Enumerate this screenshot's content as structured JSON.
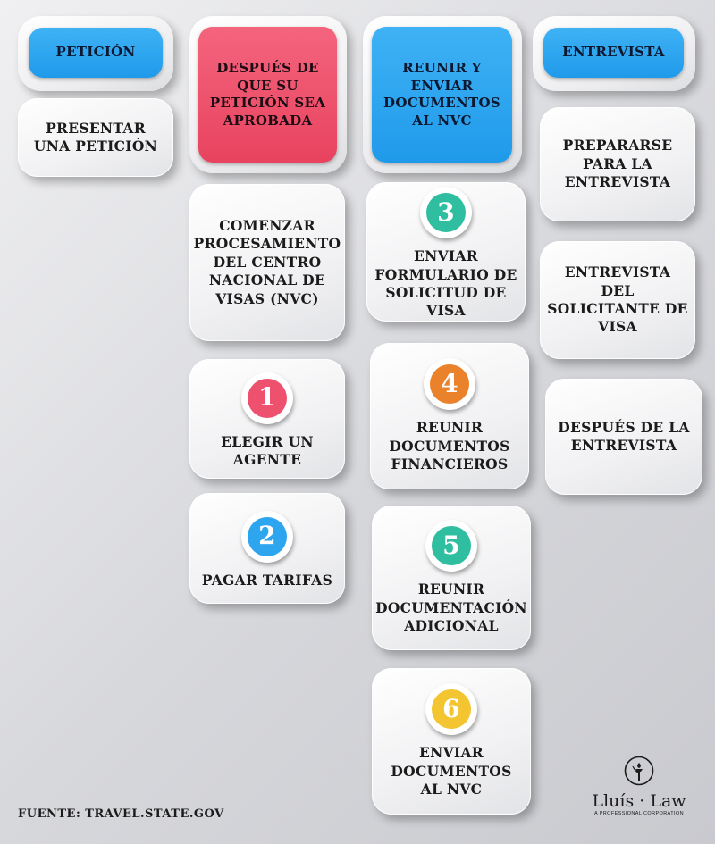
{
  "columns": [
    {
      "header": "PETICIÓN",
      "header_color": "#2ea6ef",
      "items": [
        {
          "text": "PRESENTAR UNA PETICIÓN"
        }
      ]
    },
    {
      "header": "DESPUÉS DE QUE SU PETICIÓN SEA APROBADA",
      "header_color": "#ee516d",
      "items": [
        {
          "text": "COMENZAR PROCESAMIENTO DEL CENTRO NACIONAL DE VISAS (NVC)"
        },
        {
          "number": "1",
          "text": "ELEGIR UN AGENTE",
          "number_color": "#ee516d"
        },
        {
          "number": "2",
          "text": "PAGAR TARIFAS",
          "number_color": "#2ea6ef"
        }
      ]
    },
    {
      "header": "REUNIR Y ENVIAR DOCUMENTOS AL NVC",
      "header_color": "#2ea6ef",
      "items": [
        {
          "number": "3",
          "text": "ENVIAR FORMULARIO DE SOLICITUD DE VISA",
          "number_color": "#2fbea0"
        },
        {
          "number": "4",
          "text": "REUNIR DOCUMENTOS FINANCIEROS",
          "number_color": "#e9822b"
        },
        {
          "number": "5",
          "text": "REUNIR DOCUMENTACIÓN ADICIONAL",
          "number_color": "#2fbea0"
        },
        {
          "number": "6",
          "text": "ENVIAR DOCUMENTOS AL NVC",
          "number_color": "#f2c531"
        }
      ]
    },
    {
      "header": "ENTREVISTA",
      "header_color": "#2ea6ef",
      "items": [
        {
          "text": "PREPARARSE PARA LA ENTREVISTA"
        },
        {
          "text": "ENTREVISTA DEL SOLICITANTE DE VISA"
        },
        {
          "text": "DESPUÉS DE LA ENTREVISTA"
        }
      ]
    }
  ],
  "footer": {
    "source": "FUENTE: TRAVEL.STATE.GOV"
  },
  "logo": {
    "name": "Lluís · Law",
    "tagline": "A PROFESSIONAL CORPORATION",
    "icon": "torch-emblem-icon"
  }
}
